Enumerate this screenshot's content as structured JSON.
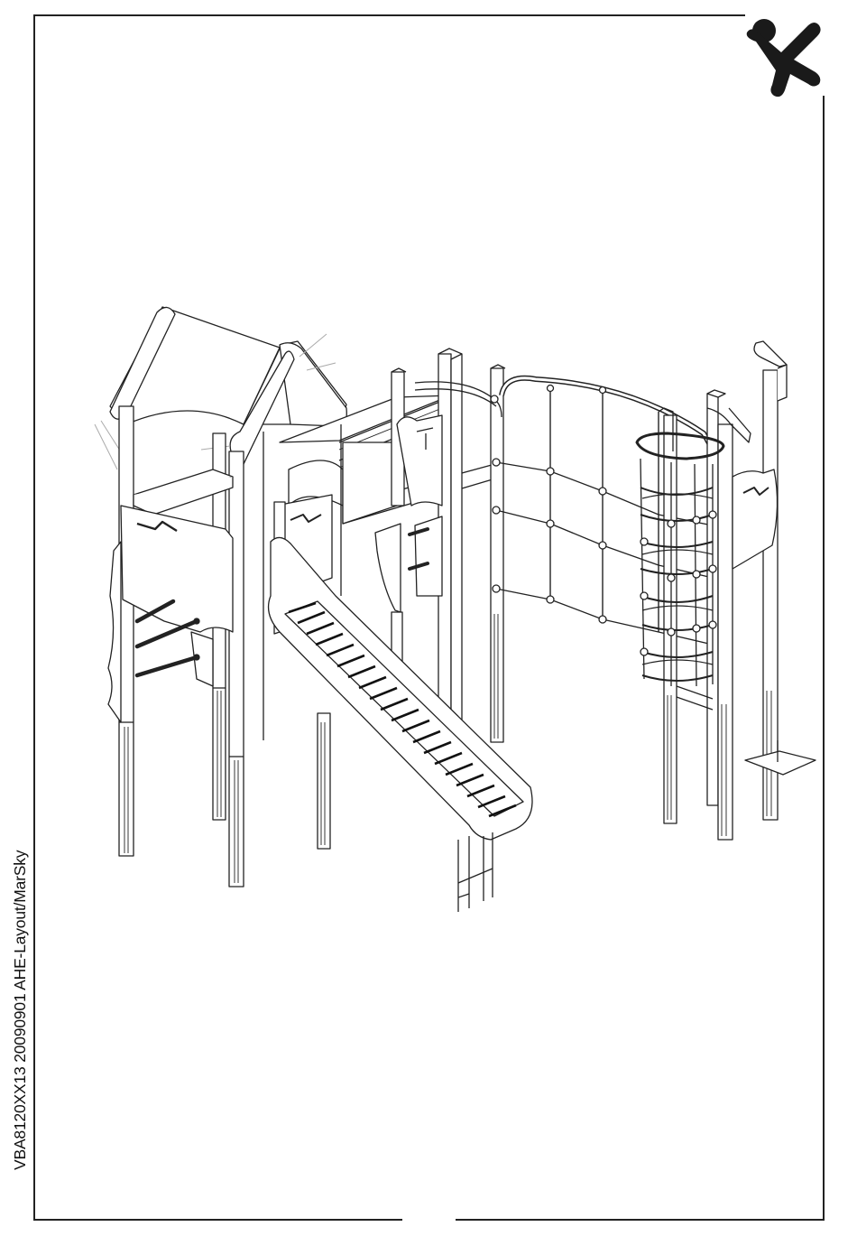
{
  "document": {
    "side_code": "VBA8120XX13 20090901 AHE-Layout/MarSky"
  },
  "logo": {
    "icon": "jumping-figure-logo",
    "color": "#1a1a1a"
  },
  "illustration": {
    "subject": "playground-tower-with-slide-and-climbing-net",
    "line_color": "#222222"
  }
}
